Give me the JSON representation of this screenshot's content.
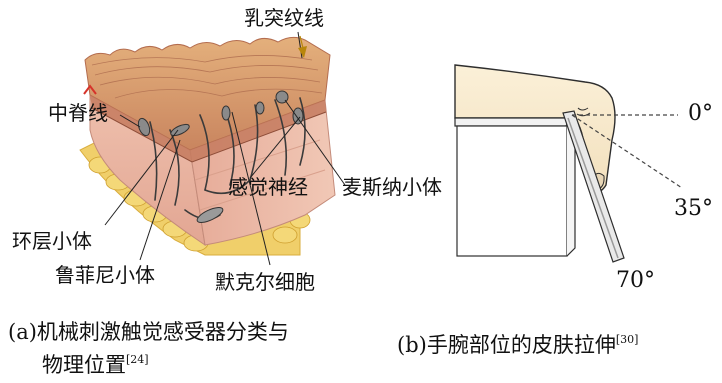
{
  "panel_a": {
    "labels": {
      "papillary_ridges": "乳突纹线",
      "intermediate_ridge": "中脊线",
      "meissner": "麦斯纳小体",
      "sensory_nerve": "感觉神经",
      "pacinian": "环层小体",
      "ruffini": "鲁菲尼小体",
      "merkel": "默克尔细胞"
    },
    "caption_line1": "(a)机械刺激触觉感受器分类与",
    "caption_line2": "物理位置",
    "caption_ref": "[24]"
  },
  "panel_b": {
    "angles": {
      "a0": "0°",
      "a35": "35°",
      "a70": "70°"
    },
    "caption": "(b)手腕部位的皮肤拉伸",
    "caption_ref": "[30]"
  },
  "colors": {
    "dermis": "#e7b3a3",
    "epidermis": "#d08a72",
    "fat": "#f0cf6a",
    "skin_line": "#3a3a3a"
  }
}
